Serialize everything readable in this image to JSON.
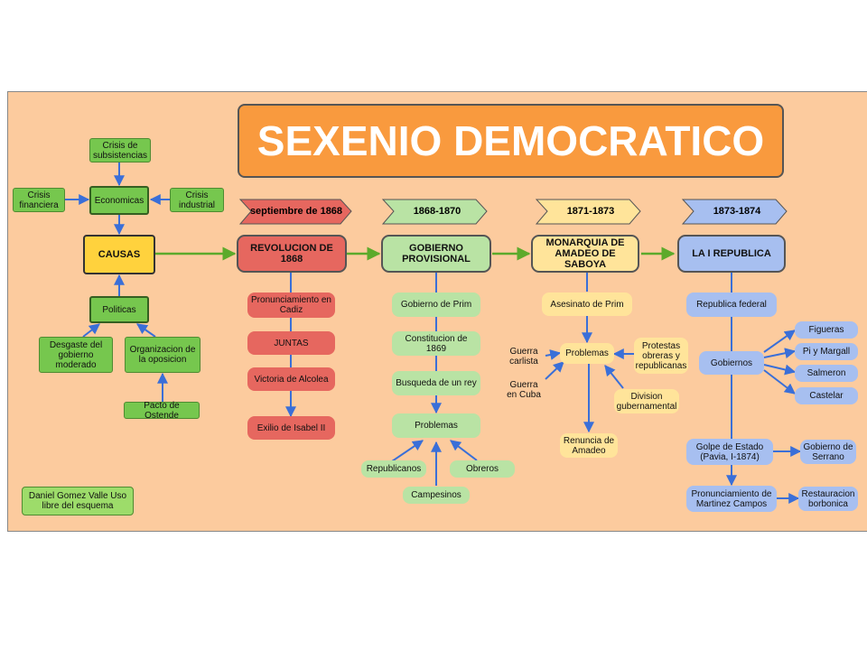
{
  "title": "SEXENIO DEMOCRATICO",
  "causas": {
    "main": "CAUSAS",
    "economicas": "Economicas",
    "crisis_subsistencias": "Crisis de subsistencias",
    "crisis_financiera": "Crisis financiera",
    "crisis_industrial": "Crisis industrial",
    "politicas": "Politicas",
    "desgaste": "Desgaste del gobierno moderado",
    "organizacion": "Organizacion de la oposicion",
    "pacto": "Pacto de Ostende"
  },
  "revolucion": {
    "date": "septiembre de 1868",
    "main": "REVOLUCION DE 1868",
    "items": [
      "Pronunciamiento en Cadiz",
      "JUNTAS",
      "Victoria de Alcolea",
      "Exilio de Isabel II"
    ]
  },
  "gobierno": {
    "date": "1868-1870",
    "main": "GOBIERNO PROVISIONAL",
    "items": [
      "Gobierno de Prim",
      "Constitucion de 1869",
      "Busqueda de un rey",
      "Problemas"
    ],
    "problemas": [
      "Republicanos",
      "Obreros",
      "Campesinos"
    ]
  },
  "amadeo": {
    "date": "1871-1873",
    "main": "MONARQUIA DE AMADEO DE SABOYA",
    "asesinato": "Asesinato de Prim",
    "problemas": "Problemas",
    "guerra_carlista": "Guerra carlista",
    "guerra_cuba": "Guerra en Cuba",
    "protestas": "Protestas obreras y republicanas",
    "division": "Division gubernamental",
    "renuncia": "Renuncia de Amadeo"
  },
  "republica": {
    "date": "1873-1874",
    "main": "LA I REPUBLICA",
    "federal": "Republica federal",
    "gobiernos": "Gobiernos",
    "presidents": [
      "Figueras",
      "Pi y Margall",
      "Salmeron",
      "Castelar"
    ],
    "golpe": "Golpe de Estado (Pavia, I-1874)",
    "gobierno_serrano": "Gobierno de Serrano",
    "pronunciamiento": "Pronunciamiento de Martinez Campos",
    "restauracion": "Restauracion borbonica"
  },
  "credit": "Daniel Gomez Valle Uso libre del esquema",
  "colors": {
    "background": "#fccb9e",
    "title_box": "#f99a3e",
    "green_arrow": "#5caa2b",
    "blue_arrow": "#3a6fd8",
    "causas": "#ffd23d",
    "revolucion": "#e6675f",
    "gobierno": "#b9e3a4",
    "amadeo": "#ffe49a",
    "republica": "#a7bff0"
  }
}
